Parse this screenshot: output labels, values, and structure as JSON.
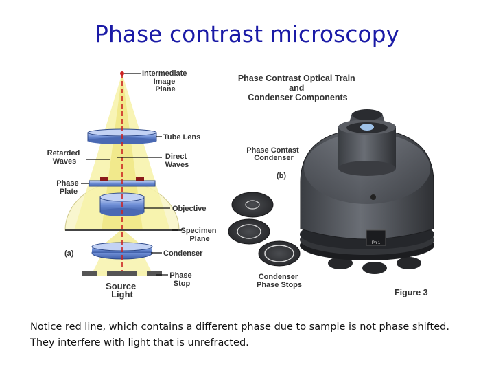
{
  "title": "Phase contrast microscopy",
  "diagram_a": {
    "panel_label": "(a)",
    "intermediate_image_plane": [
      "Intermediate",
      "Image",
      "Plane"
    ],
    "tube_lens": "Tube Lens",
    "retarded_waves": [
      "Retarded",
      "Waves"
    ],
    "direct_waves": [
      "Direct",
      "Waves"
    ],
    "phase_plate": [
      "Phase",
      "Plate"
    ],
    "objective": "Objective",
    "specimen_plane": [
      "Specimen",
      "Plane"
    ],
    "condenser": "Condenser",
    "phase_stop": [
      "Phase",
      "Stop"
    ],
    "source_light": [
      "Source",
      "Light"
    ]
  },
  "diagram_b": {
    "heading": [
      "Phase Contrast Optical Train",
      "and",
      "Condenser Components"
    ],
    "panel_label": "(b)",
    "phase_contrast_condenser": [
      "Phase Contast",
      "Condenser"
    ],
    "condenser_phase_stops": [
      "Condenser",
      "Phase Stops"
    ],
    "turret_marking": "Ph 1",
    "figure_label": "Figure 3"
  },
  "caption": [
    "Notice red line, which contains a different phase due to sample is not phase shifted.",
    "They interfere with light that is unrefracted."
  ],
  "colors": {
    "title": "#1a1aa6",
    "light_cone": "#f7f3b0",
    "lens_blue": "#6f8fd6",
    "phase_line": "#cc2222"
  }
}
